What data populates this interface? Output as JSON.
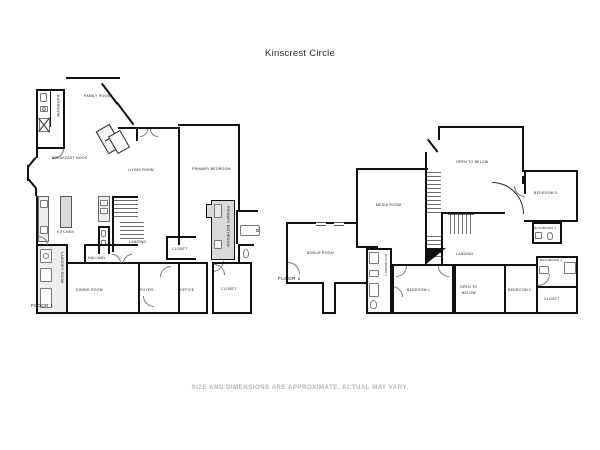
{
  "header": {
    "title": "Kinscrest Circle"
  },
  "footer": {
    "disclaimer": "SIZE AND DIMENSIONS ARE APPROXIMATE, ACTUAL MAY VARY."
  },
  "colors": {
    "wall": "#111111",
    "room_fill": "#ffffff",
    "shaded_room": "#d9d9d9",
    "light_shade": "#ececec",
    "text": "#1a1a1a",
    "muted_text": "#b4b4b4",
    "background": "#ffffff"
  },
  "floors": [
    {
      "id": "floor-1",
      "name": "FLOOR 1",
      "rooms": [
        {
          "key": "bathroom",
          "label": "BATHROOM",
          "orientation": "vertical"
        },
        {
          "key": "family_room",
          "label": "FAMILY ROOM",
          "orientation": "horizontal"
        },
        {
          "key": "breakfast_nook",
          "label": "BREAKFAST NOOK",
          "orientation": "horizontal"
        },
        {
          "key": "living_room",
          "label": "LIVING ROOM",
          "orientation": "horizontal"
        },
        {
          "key": "primary_bedroom",
          "label": "PRIMARY BEDROOM",
          "orientation": "horizontal"
        },
        {
          "key": "kitchen",
          "label": "KITCHEN",
          "orientation": "horizontal"
        },
        {
          "key": "landing",
          "label": "LANDING",
          "orientation": "horizontal"
        },
        {
          "key": "closet_1",
          "label": "CLOSET",
          "orientation": "horizontal"
        },
        {
          "key": "primary_bathroom",
          "label": "PRIMARY BATHROOM",
          "orientation": "vertical"
        },
        {
          "key": "hallway",
          "label": "HALLWAY",
          "orientation": "horizontal"
        },
        {
          "key": "laundry_room",
          "label": "LAUNDRY ROOM",
          "orientation": "vertical"
        },
        {
          "key": "dining_room",
          "label": "DINING ROOM",
          "orientation": "horizontal"
        },
        {
          "key": "foyer",
          "label": "FOYER",
          "orientation": "horizontal"
        },
        {
          "key": "office",
          "label": "OFFICE",
          "orientation": "horizontal"
        },
        {
          "key": "closet_2",
          "label": "CLOSET",
          "orientation": "horizontal"
        }
      ]
    },
    {
      "id": "floor-2",
      "name": "FLOOR 2",
      "rooms": [
        {
          "key": "open_to_below_1",
          "label": "OPEN TO BELOW",
          "orientation": "horizontal"
        },
        {
          "key": "media_room",
          "label": "MEDIA ROOM",
          "orientation": "horizontal"
        },
        {
          "key": "bedroom_3",
          "label": "BEDROOM 3",
          "orientation": "horizontal"
        },
        {
          "key": "bonus_room",
          "label": "BONUS ROOM",
          "orientation": "horizontal"
        },
        {
          "key": "landing_2",
          "label": "LANDING",
          "orientation": "horizontal"
        },
        {
          "key": "bathroom_3",
          "label": "BATHROOM 3",
          "orientation": "horizontal"
        },
        {
          "key": "bathroom_2",
          "label": "BATHROOM 2",
          "orientation": "horizontal"
        },
        {
          "key": "bathroom_1",
          "label": "BATHROOM 1",
          "orientation": "vertical"
        },
        {
          "key": "bedroom_1",
          "label": "BEDROOM 1",
          "orientation": "horizontal"
        },
        {
          "key": "open_to_below_2",
          "label": "OPEN TO",
          "orientation": "horizontal"
        },
        {
          "key": "open_to_below_2b",
          "label": "BELOW",
          "orientation": "horizontal"
        },
        {
          "key": "bedroom_2",
          "label": "BEDROOM 2",
          "orientation": "horizontal"
        },
        {
          "key": "closet_3",
          "label": "CLOSET",
          "orientation": "horizontal"
        }
      ]
    }
  ]
}
